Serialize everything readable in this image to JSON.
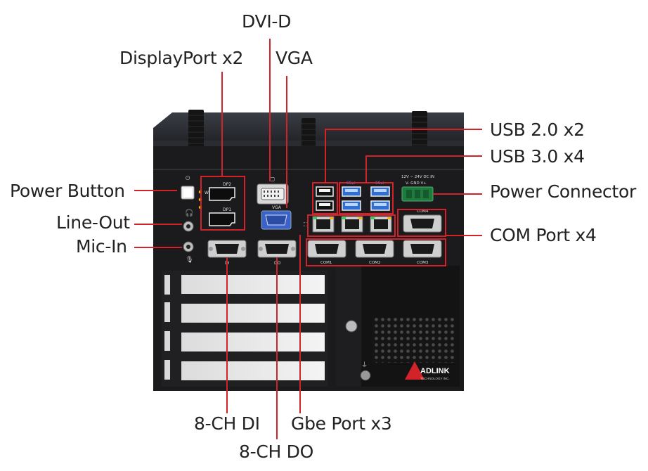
{
  "labels": {
    "dvi_d": "DVI-D",
    "displayport": "DisplayPort x2",
    "vga": "VGA",
    "usb2": "USB 2.0 x2",
    "usb3": "USB 3.0 x4",
    "power_button": "Power Button",
    "power_connector": "Power Connector",
    "line_out": "Line-Out",
    "com_port": "COM Port x4",
    "mic_in": "Mic-In",
    "di": "8-CH DI",
    "gbe": "Gbe Port x3",
    "do": "8-CH DO"
  },
  "device": {
    "brand": "ADLINK",
    "brand_sub": "TECHNOLOGY INC.",
    "power_spec": "12V ~ 24V DC IN",
    "power_pins": "V-  GND  V+",
    "com_labels": [
      "COM1",
      "COM2",
      "COM3",
      "COM4"
    ],
    "io_small": [
      "DI",
      "DO",
      "VGA",
      "WD"
    ]
  },
  "colors": {
    "callout": "#d2232a",
    "chassis": "#1b1b1d",
    "connector_green": "#1f7a3d",
    "usb3_blue": "#2f6fd1",
    "vga_blue": "#3a62c8"
  }
}
